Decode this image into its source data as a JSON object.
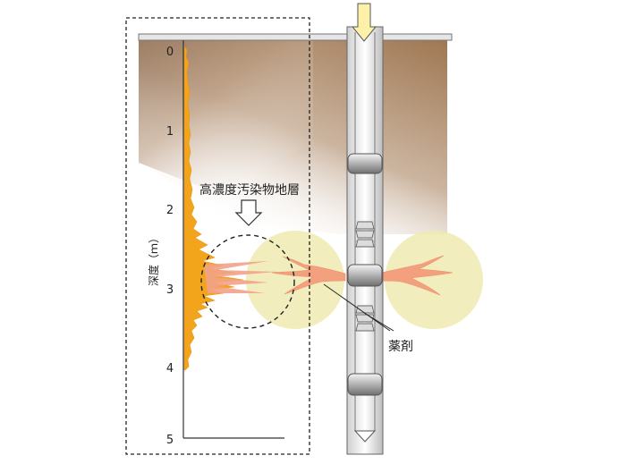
{
  "depth_axis": {
    "label": "深度（ｍ）",
    "ticks": [
      "0",
      "1",
      "2",
      "3",
      "4",
      "5"
    ]
  },
  "labels": {
    "contaminated_layer": "高濃度汚染物地層",
    "chemical": "薬剤"
  },
  "colors": {
    "soil_dark": "#9a7049",
    "soil_light": "#e8ddd2",
    "profile_orange": "#f2a51b",
    "injection_zone": "#eeeab0",
    "fracture_pink": "#f2a07e"
  }
}
